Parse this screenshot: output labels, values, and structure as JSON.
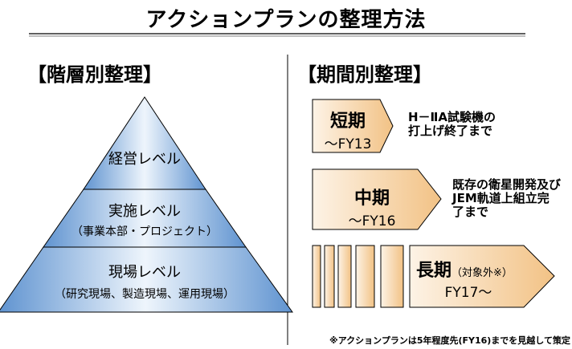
{
  "title": "アクションプランの整理方法",
  "left_section": {
    "heading": "【階層別整理】",
    "levels": [
      {
        "label": "経営レベル",
        "sub": ""
      },
      {
        "label": "実施レベル",
        "sub": "（事業本部・プロジェクト）"
      },
      {
        "label": "現場レベル",
        "sub": "（研究現場、製造現場、運用現場）"
      }
    ]
  },
  "right_section": {
    "heading": "【期間別整理】",
    "short_term": {
      "title": "短期",
      "period": "～FY13",
      "description": [
        "H－ⅡA試験機の",
        "打上げ終了まで"
      ]
    },
    "mid_term": {
      "title": "中期",
      "period": "～FY16",
      "description": [
        "既存の衛星開発及び",
        "JEM軌道上組立完",
        "了まで"
      ]
    },
    "long_term": {
      "title": "長期",
      "title_note": "（対象外※）",
      "period": "FY17～"
    }
  },
  "footnote": "※アクションプランは5年程度先(FY16)までを見越して策定",
  "colors": {
    "pyramid_light": "#e8f1fb",
    "pyramid_dark": "#6f9fd6",
    "arrow_light": "#fdf1e3",
    "arrow_dark": "#f3c78f",
    "outline": "#000000"
  }
}
